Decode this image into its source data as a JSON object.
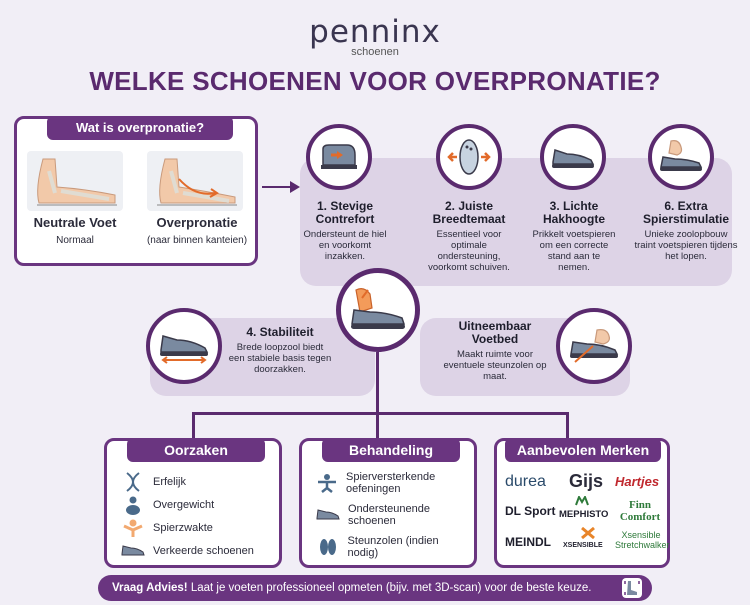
{
  "brand": {
    "name": "penninx",
    "sub": "schoenen"
  },
  "title": "WELKE SCHOENEN VOOR OVERPRONATIE?",
  "what": {
    "heading": "Wat is overpronatie?",
    "left": {
      "title": "Neutrale Voet",
      "sub": "Normaal"
    },
    "right": {
      "title": "Overpronatie",
      "sub": "(naar binnen kanteien)"
    }
  },
  "features": [
    {
      "title": "1. Stevige Contrefort",
      "desc": "Ondersteunt de hiel en voorkomt inzakken."
    },
    {
      "title": "2. Juiste Breedtemaat",
      "desc": "Essentieel voor optimale ondersteuning, voorkomt schuiven."
    },
    {
      "title": "3. Lichte Hakhoogte",
      "desc": "Prikkelt voetspieren om een correcte stand aan te nemen."
    },
    {
      "title": "6. Extra Spierstimulatie",
      "desc": "Unieke zoolopbouw traint voetspieren tijdens het lopen."
    },
    {
      "title": "4. Stabiliteit",
      "desc": "Brede loopzool biedt een stabiele basis tegen doorzakken."
    },
    {
      "title": "Uitneembaar Voetbed",
      "desc": "Maakt ruimte voor eventuele steunzolen op maat."
    }
  ],
  "oorzaken": {
    "heading": "Oorzaken",
    "items": [
      "Erfelijk",
      "Overgewicht",
      "Spierzwakte",
      "Verkeerde schoenen"
    ]
  },
  "behandeling": {
    "heading": "Behandeling",
    "items": [
      "Spierversterkende oefeningen",
      "Ondersteunende schoenen",
      "Steunzolen (indien nodig)"
    ]
  },
  "merken": {
    "heading": "Aanbevolen Merken",
    "items": [
      "durea",
      "Gijs",
      "Hartjes",
      "DL Sport",
      "MEPHISTO",
      "Finn Comfort",
      "MEINDL",
      "XSENSIBLE",
      "Xsensible Stretchwalker"
    ]
  },
  "cta": {
    "strong": "Vraag Advies!",
    "text": " Laat je voeten professioneel opmeten (bijv. met 3D-scan) voor de beste keuze."
  },
  "colors": {
    "primary": "#6a3580",
    "dark": "#5a2a6e",
    "ribbon": "#ddd3e6",
    "bg": "#f1eef6"
  }
}
